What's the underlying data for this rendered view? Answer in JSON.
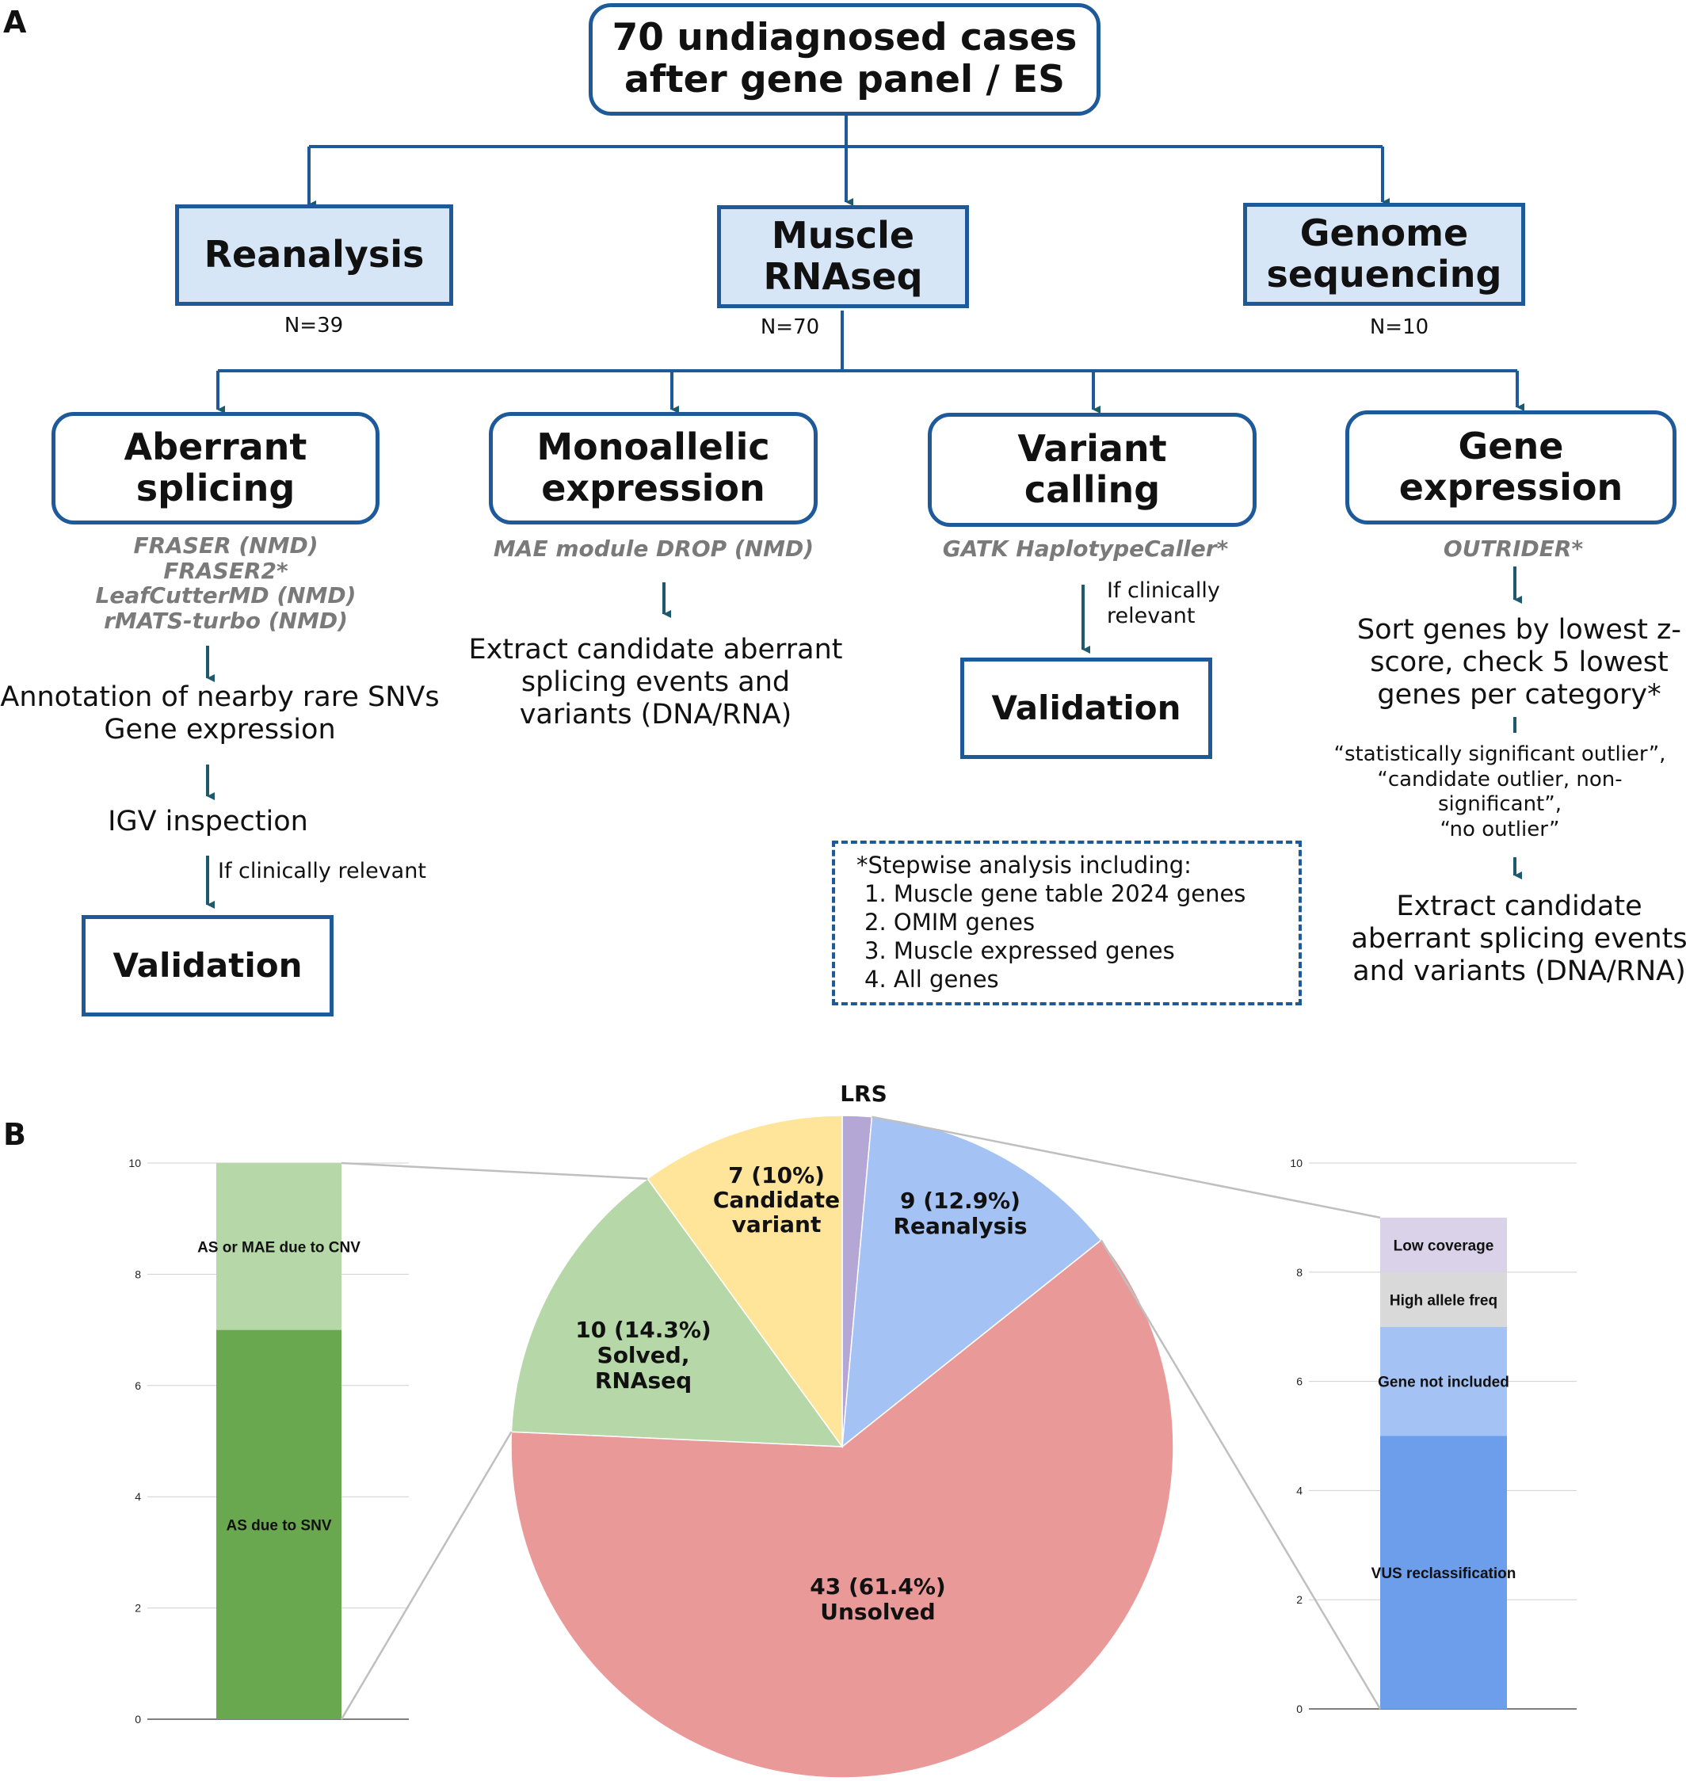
{
  "panel_a": {
    "letter": "A",
    "top_box": "70 undiagnosed cases\nafter gene panel / ES",
    "level2": [
      {
        "label": "Reanalysis",
        "n": "N=39"
      },
      {
        "label": "Muscle\nRNAseq",
        "n": "N=70"
      },
      {
        "label": "Genome\nsequencing",
        "n": "N=10"
      }
    ],
    "level3": [
      {
        "label": "Aberrant\nsplicing",
        "tools": "FRASER (NMD)\nFRASER2*\nLeafCutterMD (NMD)\nrMATS-turbo (NMD)"
      },
      {
        "label": "Monoallelic\nexpression",
        "tools": "MAE module DROP (NMD)"
      },
      {
        "label": "Variant\ncalling",
        "tools": "GATK HaplotypeCaller*"
      },
      {
        "label": "Gene\nexpression",
        "tools": "OUTRIDER*"
      }
    ],
    "splicing_flow": {
      "step1": "Annotation of nearby rare SNVs\nGene expression",
      "step2": "IGV inspection",
      "cond": "If clinically relevant",
      "validation": "Validation"
    },
    "mae_flow": {
      "step1": "Extract candidate aberrant\nsplicing events and\nvariants  (DNA/RNA)"
    },
    "variant_flow": {
      "cond": "If clinically\nrelevant",
      "validation": "Validation"
    },
    "expression_flow": {
      "step1": "Sort genes by lowest z-\nscore, check 5 lowest\ngenes per category*",
      "categories": "“statistically significant outlier”,\n“candidate outlier, non-\nsignificant”,\n“no outlier”",
      "step2": "Extract candidate\naberrant splicing events\nand variants (DNA/RNA)"
    },
    "stepwise": {
      "title": "*Stepwise analysis including:",
      "items": [
        "1. Muscle gene table 2024 genes",
        "2. OMIM genes",
        "3. Muscle expressed genes",
        "4. All genes"
      ]
    }
  },
  "panel_b": {
    "letter": "B"
  },
  "chart_data": [
    {
      "type": "pie",
      "slices": [
        {
          "label": "LRS",
          "value": 1,
          "color": "#b4a7d6"
        },
        {
          "label": "9 (12.9%)\nReanalysis",
          "value": 9,
          "color": "#a4c2f4"
        },
        {
          "label": "43 (61.4%)\nUnsolved",
          "value": 43,
          "color": "#ea9999"
        },
        {
          "label": "10 (14.3%)\nSolved,\nRNAseq",
          "value": 10,
          "color": "#b6d7a8"
        },
        {
          "label": "7 (10%)\nCandidate\nvariant",
          "value": 7,
          "color": "#ffe599"
        }
      ]
    },
    {
      "type": "bar",
      "stacked": true,
      "ylim": [
        0,
        10
      ],
      "yticks": [
        "0",
        "2",
        "4",
        "6",
        "8",
        "10"
      ],
      "segments": [
        {
          "label": "AS due to SNV",
          "value": 7,
          "color": "#6aa84f"
        },
        {
          "label": "AS or MAE due to CNV",
          "value": 3,
          "color": "#b6d7a8"
        }
      ]
    },
    {
      "type": "bar",
      "stacked": true,
      "ylim": [
        0,
        10
      ],
      "yticks": [
        "0",
        "2",
        "4",
        "6",
        "8",
        "10"
      ],
      "segments": [
        {
          "label": "VUS reclassification",
          "value": 5,
          "color": "#6d9eeb"
        },
        {
          "label": "Gene not included",
          "value": 2,
          "color": "#a4c2f4"
        },
        {
          "label": "High allele freq",
          "value": 1,
          "color": "#d9d9d9"
        },
        {
          "label": "Low coverage",
          "value": 1,
          "color": "#d9d2e9"
        }
      ]
    }
  ]
}
